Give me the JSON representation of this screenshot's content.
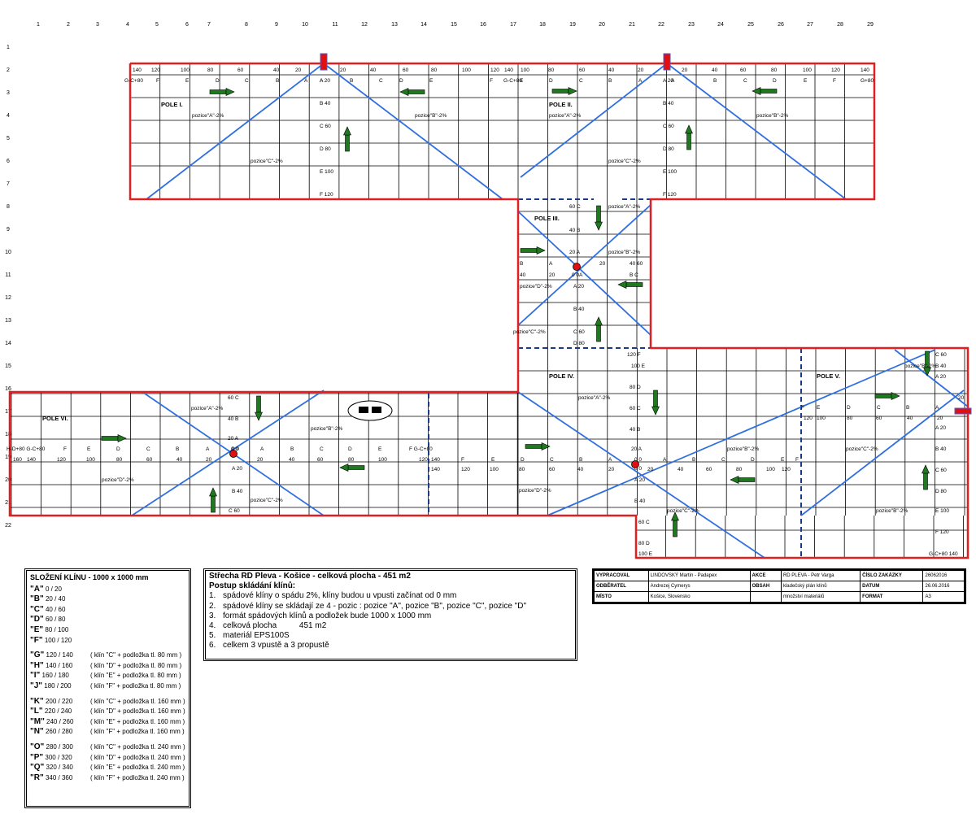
{
  "ruler": {
    "columns": [
      "1",
      "2",
      "3",
      "4",
      "5",
      "6",
      "7",
      "8",
      "9",
      "10",
      "11",
      "12",
      "13",
      "14",
      "15",
      "16",
      "17",
      "18",
      "19",
      "20",
      "21",
      "22",
      "23",
      "24",
      "25",
      "26",
      "27",
      "28",
      "29"
    ],
    "rows": [
      "1",
      "2",
      "3",
      "4",
      "5",
      "6",
      "7",
      "8",
      "9",
      "10",
      "11",
      "12",
      "13",
      "14",
      "15",
      "16",
      "17",
      "18",
      "19",
      "20",
      "21",
      "22"
    ]
  },
  "fields": {
    "pole1": "POLE I.",
    "pole2": "POLE II.",
    "pole3": "POLE III.",
    "pole4": "POLE IV.",
    "pole5": "POLE V.",
    "pole6": "POLE VI."
  },
  "colors": {
    "outline": "#e02020",
    "diagonal": "#2f6fe0",
    "arrow": "#1f7a1f",
    "dashed": "#1a3a8a",
    "drain": "#e01010"
  },
  "grid_labels": {
    "top_row_left": [
      "140",
      "120",
      "100",
      "80",
      "60",
      "40",
      "20",
      "20",
      "40",
      "60",
      "80",
      "100",
      "120",
      "140"
    ],
    "top_row_right": [
      "100",
      "80",
      "60",
      "40",
      "20",
      "20",
      "40",
      "60",
      "80",
      "100",
      "120",
      "140"
    ],
    "letters_left": [
      "G-C+80",
      "F",
      "E",
      "D",
      "C",
      "B",
      "A",
      "A",
      "B",
      "C",
      "D",
      "E",
      "F",
      "G-C+80"
    ],
    "letters_right": [
      "E",
      "D",
      "C",
      "B",
      "A",
      "A",
      "B",
      "C",
      "D",
      "E",
      "F",
      "G+80"
    ],
    "col_pole1": [
      "A 20",
      "B 40",
      "C 60",
      "D 80",
      "E 100",
      "F 120"
    ],
    "col_pole2": [
      "A 20",
      "B 40",
      "C 60",
      "D 80",
      "E 100",
      "F 120"
    ],
    "pole3_col": [
      "60 C",
      "40 B",
      "20 A",
      "0 0",
      "A 20",
      "B 40",
      "C 60",
      "D 80"
    ],
    "pole3_row_left": [
      "B",
      "A",
      "40",
      "20"
    ],
    "pole3_row_right": [
      "20",
      "40 60",
      "A",
      "B C"
    ],
    "pole4_col": [
      "120 F",
      "100 E",
      "80 D",
      "60 C",
      "40 B",
      "20 A",
      "0 0",
      "A 20",
      "B 40",
      "60 C",
      "80 D",
      "100 E"
    ],
    "pole5_col": [
      "C 60",
      "B 40",
      "A 20",
      "20",
      "A 20",
      "B 40",
      "C 60",
      "D 80",
      "E 100",
      "F 120",
      "G-C+80 140"
    ],
    "pole5_row": [
      "F",
      "E",
      "D",
      "C",
      "B",
      "A",
      "120",
      "100",
      "80",
      "60",
      "40",
      "20"
    ],
    "pole6_col": [
      "60 C",
      "40 B",
      "20 A",
      "0 0",
      "A 20",
      "B 40",
      "C 60"
    ],
    "row_main_left": [
      "H-D+80 G-C+80",
      "F",
      "E",
      "D",
      "C",
      "B",
      "A",
      "0 0",
      "A",
      "B",
      "C",
      "D",
      "E",
      "F G-C+80"
    ],
    "row_main_left_nums": [
      "160",
      "140",
      "120",
      "100",
      "80",
      "60",
      "40",
      "20",
      "20",
      "40",
      "60",
      "80",
      "100",
      "120",
      "140"
    ],
    "row_main_right_nums": [
      "140",
      "120",
      "100",
      "80",
      "60",
      "40",
      "20",
      "20",
      "40",
      "60",
      "80",
      "100",
      "120"
    ],
    "row_main_right": [
      "F",
      "E",
      "D",
      "C",
      "B",
      "A",
      "0 0",
      "A",
      "B",
      "C",
      "D",
      "E",
      "F"
    ],
    "pozice": {
      "p1a": "pozice\"A\"-2%",
      "p1b": "pozice\"B\"-2%",
      "p1c": "pozice\"C\"-2%",
      "p2a": "pozice\"A\"-2%",
      "p2b": "pozice\"B\"-2%",
      "p2c": "pozice\"C\"-2%",
      "p3a": "pozice\"A\"-2%",
      "p3b": "pozice\"B\"-2%",
      "p3c": "pozice\"C\"-2%",
      "p3d": "pozice\"D\"-2%",
      "p4a": "pozice\"A\"-2%",
      "p4b": "pozice\"B\"-2%",
      "p4c": "pozice\"C\"-2%",
      "p4d": "pozice\"D\"-2%",
      "p5b": "pozice\"B\"-2%",
      "p5c": "pozice\"C\"-2%",
      "p5bb": "pozice\"B\"-2%",
      "p6a": "pozice\"A\"-2%",
      "p6b": "pozice\"B\"-2%",
      "p6c": "pozice\"C\"-2%",
      "p6d": "pozice\"D\"-2%"
    }
  },
  "legend": {
    "title": "SLOŽENÍ KLÍNU - 1000 x 1000 mm",
    "groups": [
      [
        {
          "code": "\"A\"",
          "range": "0 / 20",
          "note": ""
        },
        {
          "code": "\"B\"",
          "range": "20 / 40",
          "note": ""
        },
        {
          "code": "\"C\"",
          "range": "40 / 60",
          "note": ""
        },
        {
          "code": "\"D\"",
          "range": "60 / 80",
          "note": ""
        },
        {
          "code": "\"E\"",
          "range": "80 / 100",
          "note": ""
        },
        {
          "code": "\"F\"",
          "range": "100 / 120",
          "note": ""
        }
      ],
      [
        {
          "code": "\"G\"",
          "range": "120 / 140",
          "note": "( klín \"C\" + podložka tl. 80 mm )"
        },
        {
          "code": "\"H\"",
          "range": "140 / 160",
          "note": "( klín \"D\" + podložka tl. 80 mm )"
        },
        {
          "code": "\"I\"",
          "range": "160 / 180",
          "note": "( klín \"E\" + podložka tl. 80 mm )"
        },
        {
          "code": "\"J\"",
          "range": "180 / 200",
          "note": "( klín \"F\" + podložka tl. 80 mm )"
        }
      ],
      [
        {
          "code": "\"K\"",
          "range": "200 / 220",
          "note": "( klín \"C\" + podložka tl. 160 mm )"
        },
        {
          "code": "\"L\"",
          "range": "220 / 240",
          "note": "( klín \"D\" + podložka tl. 160 mm )"
        },
        {
          "code": "\"M\"",
          "range": "240 / 260",
          "note": "( klín \"E\" + podložka tl. 160 mm )"
        },
        {
          "code": "\"N\"",
          "range": "260 / 280",
          "note": "( klín \"F\" + podložka tl. 160 mm )"
        }
      ],
      [
        {
          "code": "\"O\"",
          "range": "280 / 300",
          "note": "( klín \"C\" + podložka tl. 240 mm )"
        },
        {
          "code": "\"P\"",
          "range": "300 / 320",
          "note": "( klín \"D\" + podložka tl. 240 mm )"
        },
        {
          "code": "\"Q\"",
          "range": "320 / 340",
          "note": "( klín \"E\" + podložka tl. 240 mm )"
        },
        {
          "code": "\"R\"",
          "range": "340 / 360",
          "note": "( klín \"F\" + podložka tl. 240 mm )"
        }
      ]
    ]
  },
  "info": {
    "title": "Střecha RD Pleva  - Košice - celková plocha - 451 m2",
    "subtitle": "Postup skládání klínů:",
    "items": [
      {
        "n": "1.",
        "t": "spádové klíny o spádu 2%, klíny budou u vpusti začínat od 0 mm"
      },
      {
        "n": "2.",
        "t": "spádové klíny se skládají ze 4 - pozic : pozice \"A\", pozice \"B\", pozice \"C\", pozice \"D\""
      },
      {
        "n": "3.",
        "t": "formát spádových klínů a podložek bude 1000 x 1000 mm"
      },
      {
        "n": "4.",
        "t": "celková plocha          451 m2"
      },
      {
        "n": "5.",
        "t": "materiál EPS100S"
      },
      {
        "n": "6.",
        "t": "celkem 3 vpustě a 3 propustě"
      }
    ]
  },
  "title_block": {
    "rows": [
      [
        "VYPRACOVAL",
        "LINDOVSKÝ Martin - Padapex",
        "AKCE",
        "RD PLEVA - Petr Varga",
        "ČÍSLO ZAKÁZKY",
        "26062016"
      ],
      [
        "ODBĚRATEL",
        "Andrezej Cymerys",
        "OBSAH",
        "kladečský plán klínů",
        "DATUM",
        "26.06.2016"
      ],
      [
        "MÍSTO",
        "Košice, Slovensko",
        "",
        "množství materiálů",
        "FORMAT",
        "A3"
      ]
    ]
  }
}
